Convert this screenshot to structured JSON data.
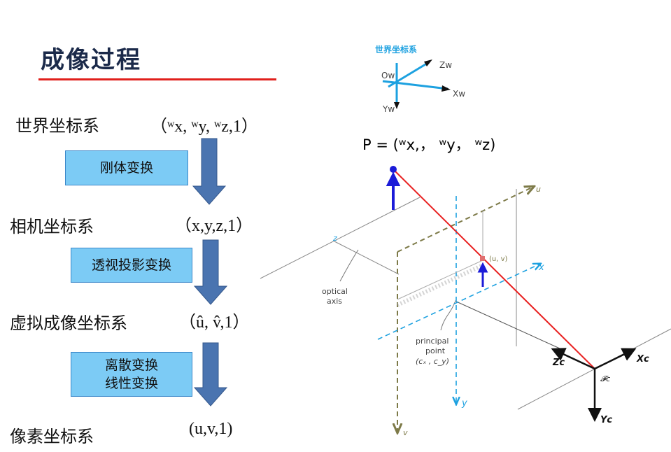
{
  "title": "成像过程",
  "stages": [
    {
      "label": "世界坐标系",
      "coord": "（ʷx, ʷy, ʷz,1）"
    },
    {
      "label": "相机坐标系",
      "coord": "（x,y,z,1）"
    },
    {
      "label": "虚拟成像坐标系",
      "coord": "（û, v̂,1）"
    },
    {
      "label": "像素坐标系",
      "coord": "(u,v,1)"
    }
  ],
  "transforms": [
    {
      "lines": [
        "刚体变换"
      ]
    },
    {
      "lines": [
        "透视投影变换"
      ]
    },
    {
      "lines": [
        "离散变换",
        "线性变换"
      ]
    }
  ],
  "world_axes": {
    "title": "世界坐标系",
    "origin": "Ow",
    "x": "Xw",
    "y": "Yw",
    "z": "Zw"
  },
  "point_formula": "P = (ʷx,， ʷy， ʷz)",
  "diagram": {
    "z": "z",
    "optical_axis": [
      "optical",
      "axis"
    ],
    "u": "u",
    "v": "v",
    "x": "x",
    "y": "y",
    "uv": "(u, v)",
    "principal_point": [
      "principal",
      "point",
      "(cₓ , c_y)"
    ],
    "Zc": "Zc",
    "Xc": "Xc",
    "Yc": "Yc",
    "Fc": "𝓕c"
  },
  "colors": {
    "title": "#1b2a4a",
    "rule": "#e0201c",
    "box": "#7ccbf5",
    "arrow": "#4a74b0",
    "ray": "#e82020",
    "axis_blue": "#1da1e0"
  }
}
